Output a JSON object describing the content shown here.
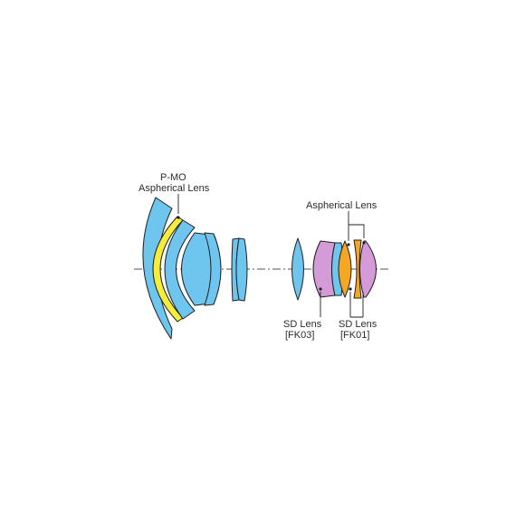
{
  "colors": {
    "standard_glass": "#6ec6ee",
    "pmo_aspherical": "#f5ec3c",
    "sd_fk03": "#d59bd8",
    "aspherical_group": "#f5a623",
    "sd_fk01": "#d59bd8"
  },
  "labels": {
    "pmo_line1": "P-MO",
    "pmo_line2": "Aspherical Lens",
    "aspherical": "Aspherical Lens",
    "sd1_line1": "SD Lens",
    "sd1_line2": "[FK03]",
    "sd2_line1": "SD Lens",
    "sd2_line2": "[FK01]"
  }
}
